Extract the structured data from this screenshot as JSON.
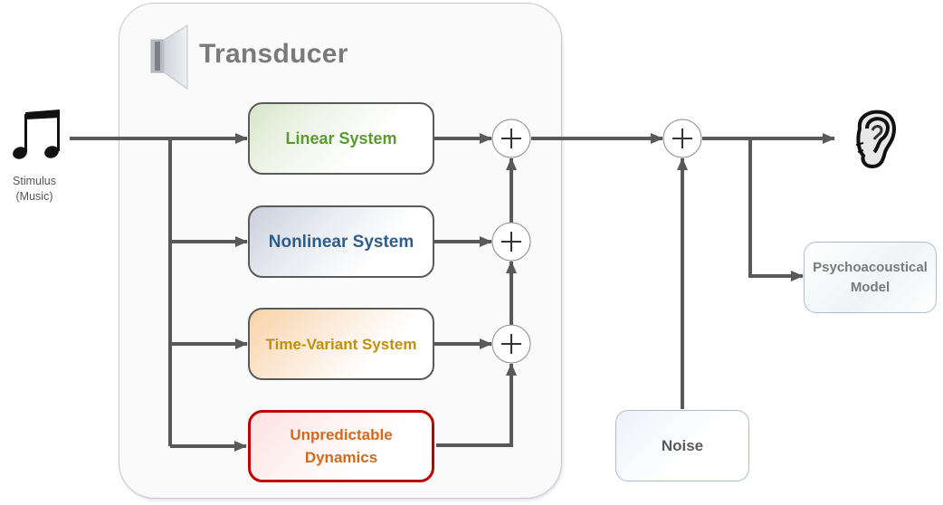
{
  "diagram": {
    "container": {
      "title": "Transducer",
      "icon": "speaker-icon"
    },
    "input": {
      "label_line1": "Stimulus",
      "label_line2": "(Music)",
      "icon": "music-note-icon"
    },
    "blocks": {
      "linear": {
        "label": "Linear System",
        "color": "#5b9a32"
      },
      "nonlinear": {
        "label": "Nonlinear System",
        "color": "#2f5d8a"
      },
      "time_variant": {
        "label": "Time-Variant System",
        "color": "#c0900a"
      },
      "unpredictable": {
        "label_line1": "Unpredictable",
        "label_line2": "Dynamics",
        "color": "#d2691e",
        "border_color": "#c00000"
      }
    },
    "summers": [
      {
        "symbol": "+"
      },
      {
        "symbol": "+"
      },
      {
        "symbol": "+"
      },
      {
        "symbol": "+"
      }
    ],
    "noise": {
      "label": "Noise"
    },
    "psychoacoustic": {
      "label_line1": "Psychoacoustical",
      "label_line2": "Model"
    },
    "output": {
      "icon": "ear-icon"
    }
  }
}
